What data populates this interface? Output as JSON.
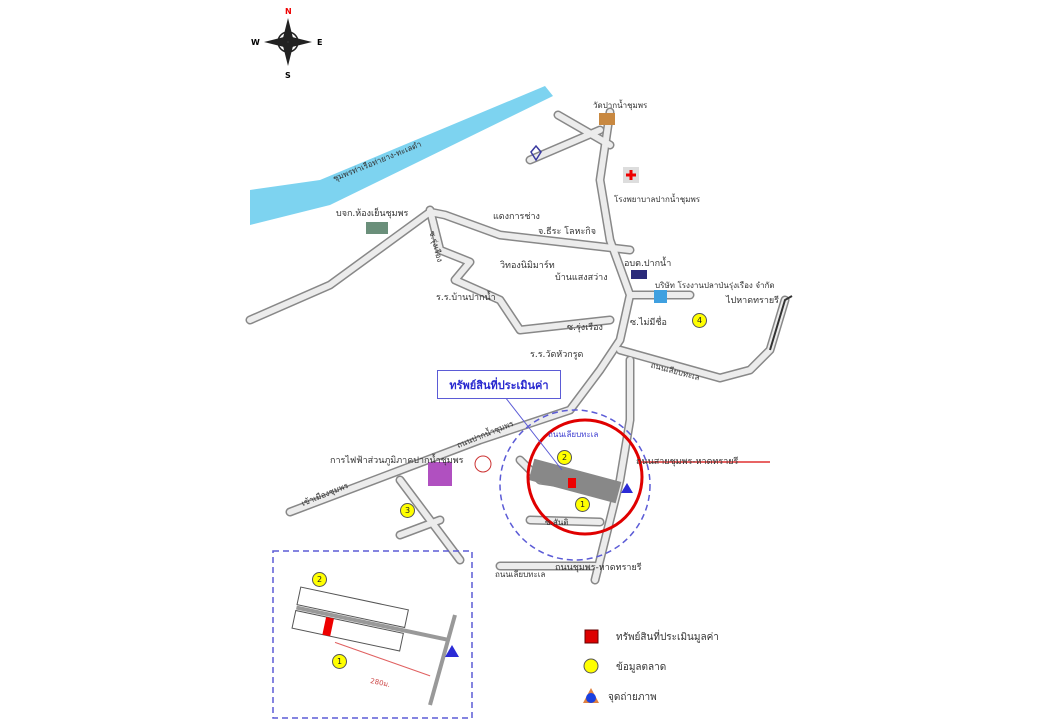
{
  "compass": {
    "n": "N",
    "s": "S",
    "w": "W",
    "e": "E"
  },
  "colors": {
    "river": "#7dd3f0",
    "road": "#e6e6e6",
    "highlight": "#e00000",
    "accent": "#4040d0"
  },
  "labels": {
    "river": "ชุมพรท่าเรือท่ายาง-ทะเลดำ",
    "cold_storage": "บจก.ห้องเย็นชุมพร",
    "daeng": "แดงการช่าง",
    "theera": "จ.ธีระ โลหะกิจ",
    "wittong": "วิทองนิมิมาร์ท",
    "baan_saeng": "บ้านแสงสว่าง",
    "school_paknam": "ร.ร.บ้านปากน้ำ",
    "soi_rungruang_v": "ซ.รุ่งเรือง",
    "temple": "วัดปากน้ำชุมพร",
    "hospital": "โรงพยาบาลปากน้ำชุมพร",
    "obt": "อบต.ปากน้ำ",
    "factory": "บริษัท โรงงานปลาป่นรุ่งเรือง จำกัด",
    "to_sairee": "ไปหาดทรายรี",
    "soi_nameless": "ซ.ไม่มีชื่อ",
    "soi_rungruang": "ซ.รุ่งเรือง",
    "school_huakrut": "ร.ร.วัดหัวกรูด",
    "subject": "ทรัพย์สินที่ประเมินค่า",
    "paknam_road": "ถนนปากน้ำชุมพร",
    "pea": "การไฟฟ้าส่วนภูมิภาคปากน้ำชุมพร",
    "to_city": "เข้าเมืองชุมพร",
    "sairee_road": "ถนนสายชุมพร-หาดทรายรี",
    "coastal_road": "ถนนเลียบทะเล",
    "soi_santi": "ซ.สันติ",
    "near_subject": "ถนนเลียบทะเล",
    "south_road1": "ถนนเลียบทะเล",
    "south_road2": "ถนนชุมพร-หาดทรายรี",
    "distance": "280ม."
  },
  "markers": [
    "1",
    "2",
    "3",
    "4"
  ],
  "legend": [
    {
      "label": "ทรัพย์สินที่ประเมินมูลค่า",
      "icon": "red-hatched-square"
    },
    {
      "label": "ข้อมูลตลาด",
      "icon": "yellow-circle"
    },
    {
      "label": "จุดถ่ายภาพ",
      "icon": "blue-triangle"
    }
  ]
}
